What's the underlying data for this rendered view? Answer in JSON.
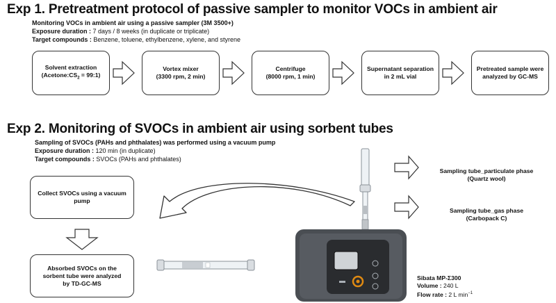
{
  "exp1": {
    "title": "Exp 1. Pretreatment protocol of passive sampler to monitor VOCs in ambient air",
    "line1": "Monitoring VOCs in ambient air using a passive sampler (3M 3500+)",
    "exposure_label": "Exposure duration :",
    "exposure_value": " 7 days / 8 weeks (in duplicate or triplicate)",
    "target_label": "Target compounds :",
    "target_value": " Benzene, toluene, ethylbenzene, xylene, and styrene",
    "steps": [
      {
        "line1": "Solvent extraction",
        "line2_pre": "(Acetone:CS",
        "line2_sub": "2",
        "line2_post": " =  99:1)"
      },
      {
        "line1": "Vortex mixer",
        "line2": "(3300 rpm, 2 min)"
      },
      {
        "line1": "Centrifuge",
        "line2": "(8000 rpm, 1 min)"
      },
      {
        "line1": "Supernatant separation",
        "line2": "in 2 mL vial"
      },
      {
        "line1": "Pretreated sample were",
        "line2": "analyzed by GC-MS"
      }
    ]
  },
  "exp2": {
    "title": "Exp 2. Monitoring of SVOCs in ambient air using sorbent tubes",
    "line1": "Sampling of SVOCs (PAHs and phthalates) was performed using a vacuum pump",
    "exposure_label": "Exposure duration :",
    "exposure_value": " 120 min (in duplicate)",
    "target_label": "Target compounds :",
    "target_value": " SVOCs (PAHs and phthalates)",
    "box_collect_1": "Collect SVOCs using a vacuum",
    "box_collect_2": "pump",
    "box_absorbed_1": "Absorbed SVOCs on the",
    "box_absorbed_2": "sorbent tube were analyzed",
    "box_absorbed_3": "by TD-GC-MS",
    "tube_particulate_1": "Sampling tube_particulate phase",
    "tube_particulate_2": "(Quartz wool)",
    "tube_gas_1": "Sampling tube_gas phase",
    "tube_gas_2": "(Carbopack C)",
    "pump_model": "Sibata MP-Σ300",
    "volume_label": "Volume :",
    "volume_value": " 240 L",
    "flow_label": "Flow rate :",
    "flow_value_pre": " 2 L min",
    "flow_value_sup": "−1"
  },
  "colors": {
    "pump_body": "#4a4e53",
    "pump_screen": "#1c1d1f",
    "pump_accent": "#e08a12",
    "arrow_stroke": "#333333"
  }
}
